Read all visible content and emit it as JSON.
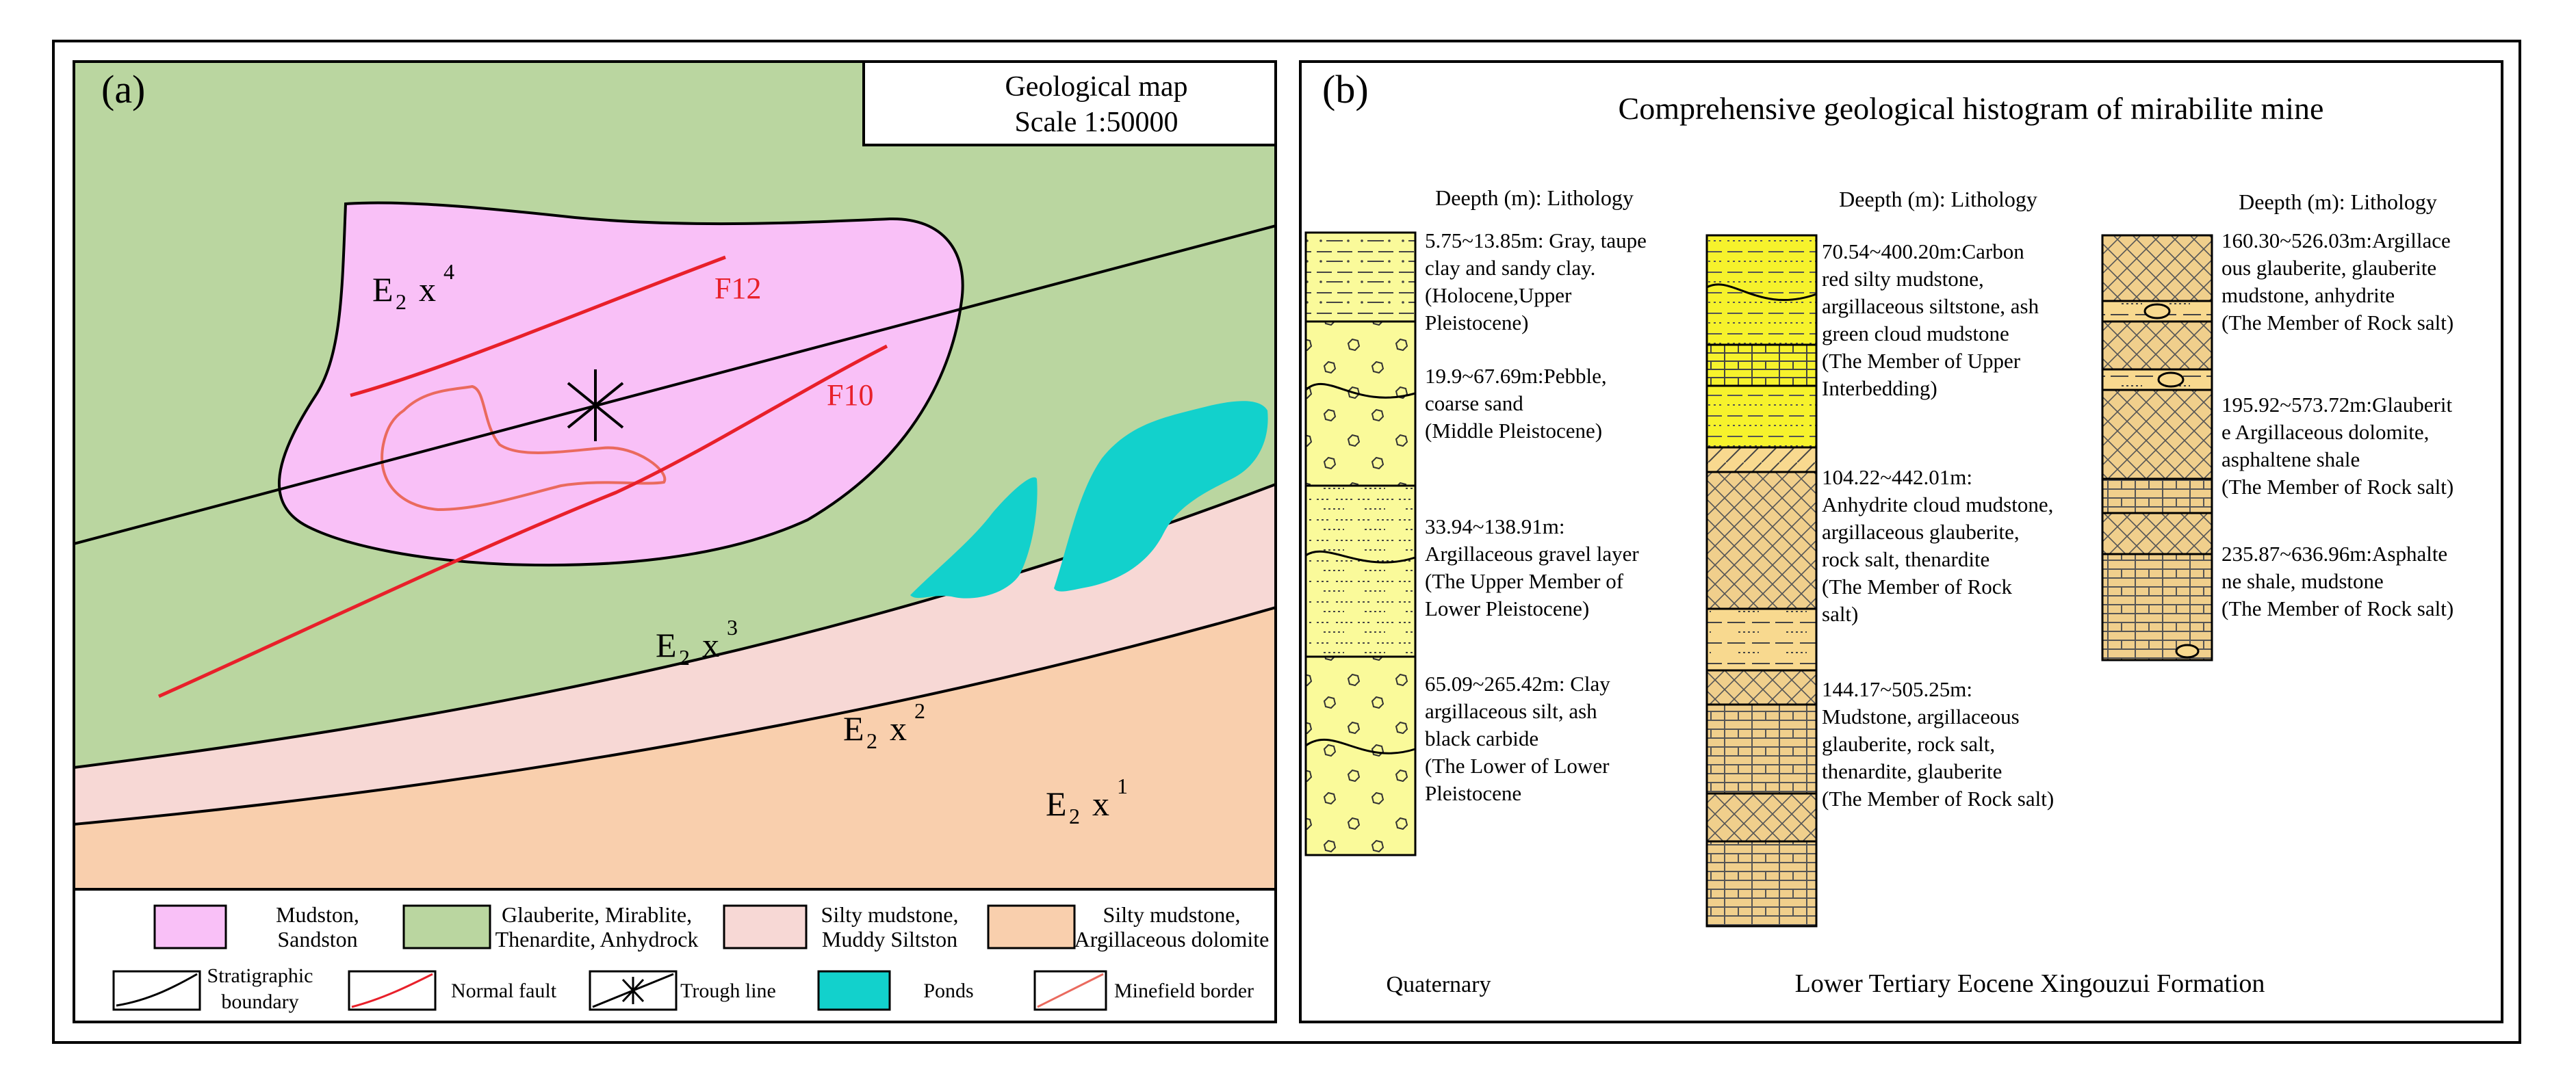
{
  "panel_a": {
    "label": "(a)",
    "map_title": "Geological map",
    "map_scale": "Scale 1:50000",
    "units": [
      {
        "base": "E",
        "sub": "2",
        "mid": "x",
        "sup": "4"
      },
      {
        "base": "E",
        "sub": "2",
        "mid": "x",
        "sup": "3"
      },
      {
        "base": "E",
        "sub": "2",
        "mid": "x",
        "sup": "2"
      },
      {
        "base": "E",
        "sub": "2",
        "mid": "x",
        "sup": "1"
      }
    ],
    "faults": [
      "F12",
      "F10"
    ],
    "legend": {
      "row1": [
        {
          "lines": [
            "Mudston,",
            "Sandston"
          ],
          "color": "#f9c0f7"
        },
        {
          "lines": [
            "Glauberite, Mirablite,",
            "Thenardite, Anhydrock"
          ],
          "color": "#bad6a0"
        },
        {
          "lines": [
            "Silty mudstone,",
            "Muddy Siltston"
          ],
          "color": "#f7d8d5"
        },
        {
          "lines": [
            "Silty mudstone,",
            "Argillaceous dolomite"
          ],
          "color": "#f9cfad"
        }
      ],
      "row2": [
        {
          "lines": [
            "Stratigraphic",
            "boundary"
          ],
          "icon": "stratigraphic-boundary-icon"
        },
        {
          "lines": [
            "Normal fault"
          ],
          "icon": "normal-fault-icon"
        },
        {
          "lines": [
            "Trough line"
          ],
          "icon": "trough-line-icon"
        },
        {
          "lines": [
            "Ponds"
          ],
          "icon": "ponds-icon"
        },
        {
          "lines": [
            "Minefield border"
          ],
          "icon": "minefield-border-icon"
        }
      ]
    },
    "colors": {
      "mudstone": "#f9c0f7",
      "glauberite": "#bad6a0",
      "silty_muddy": "#f7d8d5",
      "silty_dolomite": "#f9cfad",
      "ponds": "#12d1cc",
      "fault": "#e8202a",
      "minefield": "#ea6a5e"
    }
  },
  "panel_b": {
    "label": "(b)",
    "title": "Comprehensive geological histogram of mirabilite mine",
    "column_header": "Deepth (m): Lithology",
    "columns": [
      {
        "entries": [
          {
            "lines": [
              "5.75~13.85m: Gray, taupe",
              "clay and sandy clay.",
              "(Holocene,Upper",
              "Pleistocene)"
            ]
          },
          {
            "lines": [
              "19.9~67.69m:Pebble,",
              "coarse sand",
              "(Middle Pleistocene)"
            ]
          },
          {
            "lines": [
              "33.94~138.91m:",
              "Argillaceous gravel layer",
              "(The Upper Member of",
              "Lower Pleistocene)"
            ]
          },
          {
            "lines": [
              "65.09~265.42m: Clay",
              "argillaceous silt, ash",
              "black carbide",
              "(The Lower of Lower",
              "Pleistocene"
            ]
          }
        ]
      },
      {
        "entries": [
          {
            "lines": [
              "70.54~400.20m:Carbon",
              "red silty mudstone,",
              "argillaceous siltstone, ash",
              "green cloud mudstone",
              "(The Member of Upper",
              "Interbedding)"
            ]
          },
          {
            "lines": [
              "104.22~442.01m:",
              "Anhydrite cloud mudstone,",
              "argillaceous glauberite,",
              "rock salt, thenardite",
              "(The Member of Rock",
              "salt)"
            ]
          },
          {
            "lines": [
              "144.17~505.25m:",
              "Mudstone, argillaceous",
              "glauberite, rock salt,",
              "thenardite, glauberite",
              "(The Member of Rock salt)"
            ]
          }
        ]
      },
      {
        "entries": [
          {
            "lines": [
              "160.30~526.03m:Argillace",
              "ous glauberite, glauberite",
              "mudstone, anhydrite",
              "(The Member of Rock salt)"
            ]
          },
          {
            "lines": [
              "195.92~573.72m:Glauberit",
              "e Argillaceous dolomite,",
              "asphaltene shale",
              "(The Member of Rock salt)"
            ]
          },
          {
            "lines": [
              "235.87~636.96m:Asphalte",
              "ne shale, mudstone",
              "(The Member of Rock salt)"
            ]
          }
        ]
      }
    ],
    "footer_left": "Quaternary",
    "footer_right": "Lower Tertiary Eocene Xingouzui Formation",
    "colors": {
      "yellow_light": "#fafa9a",
      "yellow_bright": "#f6f22c",
      "tan": "#f8d98f",
      "hatch_bg": "#f0cf8c"
    }
  }
}
